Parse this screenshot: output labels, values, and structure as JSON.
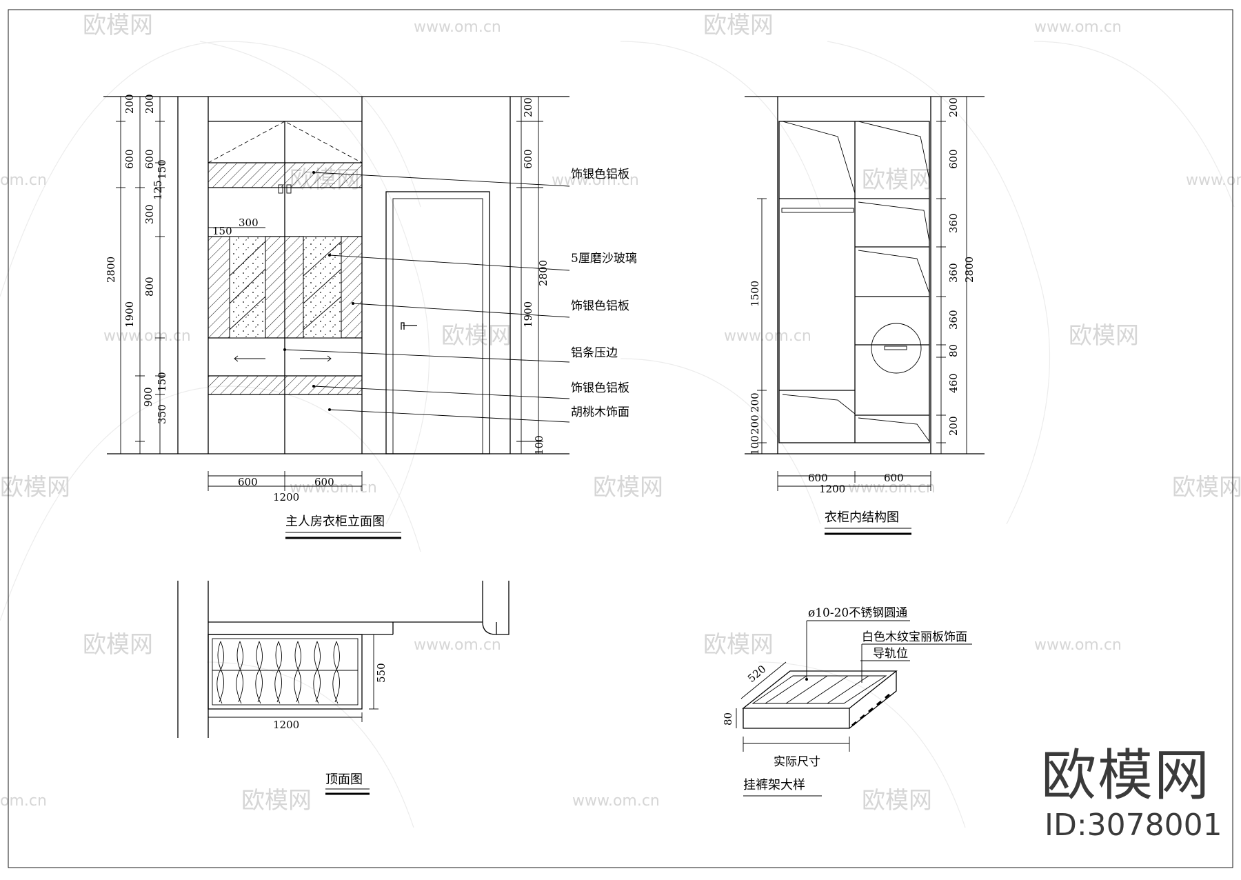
{
  "watermarks": {
    "brand_text": "欧模网",
    "url_text": "www.om.cn",
    "url_fragment": "om.cn"
  },
  "elevation": {
    "title": "主人房衣柜立面图",
    "left_dims": [
      "200",
      "600",
      "2800",
      "1900",
      "900"
    ],
    "left_dims2": [
      "200",
      "600",
      "125",
      "150",
      "300",
      "800",
      "150",
      "350"
    ],
    "top_dims": [
      "150",
      "300"
    ],
    "right_dims": [
      "200",
      "600",
      "2800",
      "1900",
      "100"
    ],
    "bottom_dims": [
      "600",
      "600",
      "1200"
    ],
    "labels": [
      "饰银色铝板",
      "5厘磨沙玻璃",
      "饰银色铝板",
      "铝条压边",
      "饰银色铝板",
      "胡桃木饰面"
    ]
  },
  "interior": {
    "title": "衣柜内结构图",
    "left_dims": [
      "1500",
      "200",
      "100",
      "200"
    ],
    "right_dims": [
      "200",
      "600",
      "360",
      "360",
      "360",
      "80",
      "460",
      "200",
      "2800"
    ],
    "bottom_dims": [
      "600",
      "600",
      "1200"
    ]
  },
  "plan": {
    "title": "顶面图",
    "dims": [
      "550",
      "1200"
    ]
  },
  "rack": {
    "title": "挂裤架大样",
    "labels": [
      "ø10-20不锈钢圆通",
      "白色木纹宝丽板饰面",
      "导轨位"
    ],
    "dims": [
      "520",
      "80",
      "实际尺寸"
    ]
  },
  "brand": {
    "name": "欧模网",
    "id": "ID:3078001"
  }
}
